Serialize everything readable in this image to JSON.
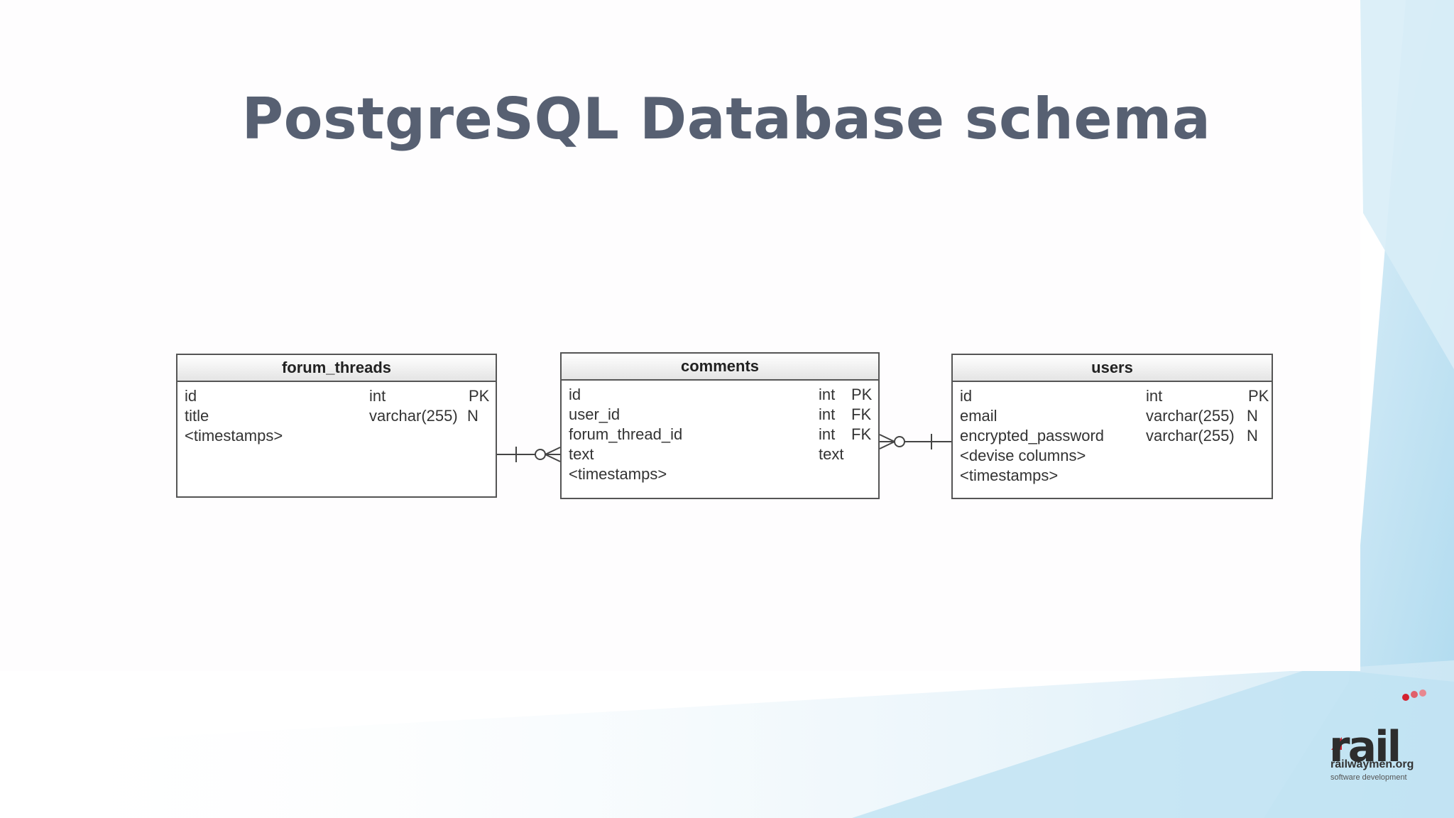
{
  "slide": {
    "title": "PostgreSQL Database schema"
  },
  "entities": {
    "forum_threads": {
      "name": "forum_threads",
      "columns": [
        {
          "name": "id",
          "type": "int",
          "key": "PK"
        },
        {
          "name": "title",
          "type": "varchar(255)",
          "key": "N"
        },
        {
          "name": "<timestamps>",
          "type": "",
          "key": ""
        }
      ]
    },
    "comments": {
      "name": "comments",
      "columns": [
        {
          "name": "id",
          "type": "int",
          "key": "PK"
        },
        {
          "name": "user_id",
          "type": "int",
          "key": "FK"
        },
        {
          "name": "forum_thread_id",
          "type": "int",
          "key": "FK"
        },
        {
          "name": "text",
          "type": "text",
          "key": ""
        },
        {
          "name": "<timestamps>",
          "type": "",
          "key": ""
        }
      ]
    },
    "users": {
      "name": "users",
      "columns": [
        {
          "name": "id",
          "type": "int",
          "key": "PK"
        },
        {
          "name": "email",
          "type": "varchar(255)",
          "key": "N"
        },
        {
          "name": "encrypted_password",
          "type": "varchar(255)",
          "key": "N"
        },
        {
          "name": "<devise columns>",
          "type": "",
          "key": ""
        },
        {
          "name": "<timestamps>",
          "type": "",
          "key": ""
        }
      ]
    }
  },
  "relationships": [
    {
      "from": "forum_threads",
      "to": "comments",
      "from_cardinality": "one",
      "to_cardinality": "zero-or-many"
    },
    {
      "from": "users",
      "to": "comments",
      "from_cardinality": "one",
      "to_cardinality": "zero-or-many"
    }
  ],
  "logo": {
    "wordmark": "rail",
    "domain": "railwaymen.org",
    "tagline": "software development"
  },
  "colors": {
    "title": "#576072",
    "border": "#555555",
    "accent_blue": "#8ecbe6",
    "logo_red": "#d4212f"
  }
}
